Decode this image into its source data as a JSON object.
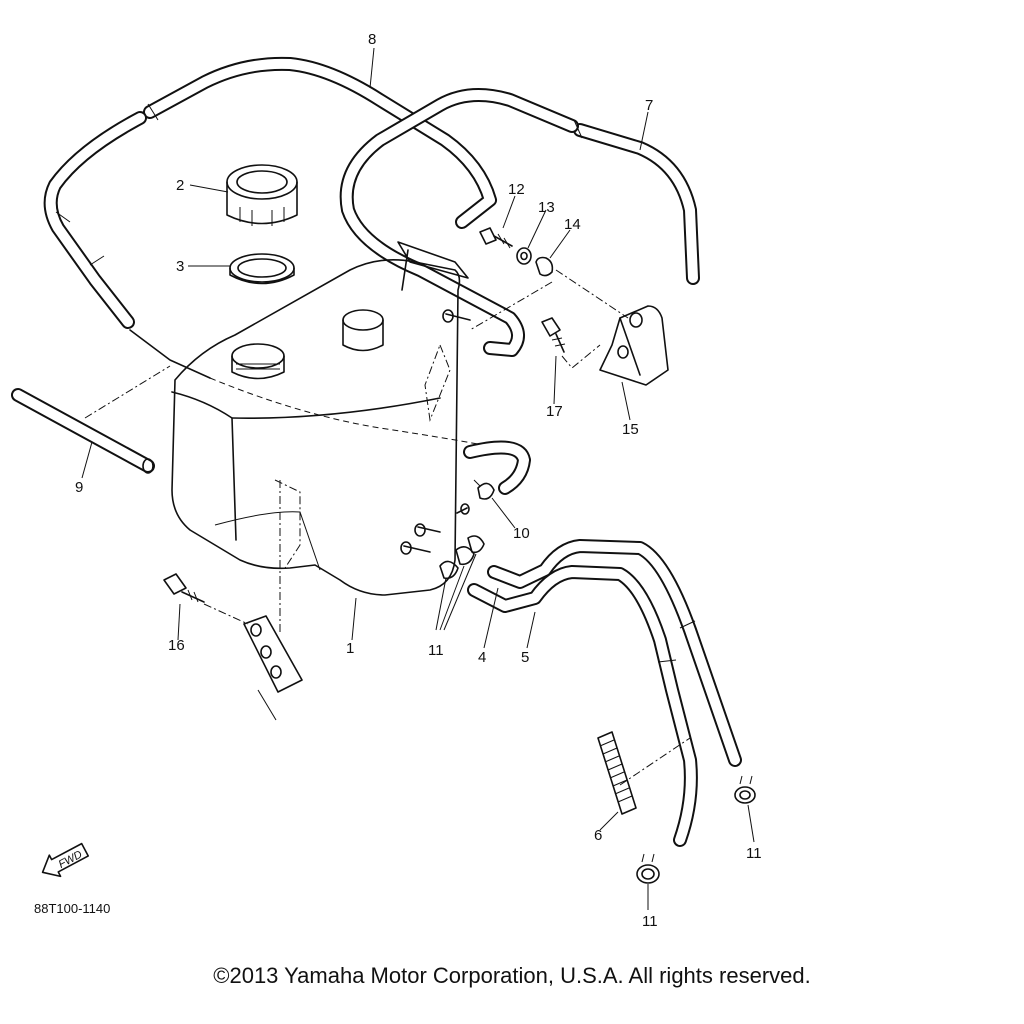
{
  "diagram": {
    "callouts": {
      "c1": "1",
      "c2": "2",
      "c3": "3",
      "c4": "4",
      "c5": "5",
      "c6": "6",
      "c7": "7",
      "c8": "8",
      "c9": "9",
      "c10": "10",
      "c11a": "11",
      "c11b": "11",
      "c11c": "11",
      "c12": "12",
      "c13": "13",
      "c14": "14",
      "c15": "15",
      "c16": "16",
      "c17": "17"
    },
    "fwd_label": "FWD",
    "figure_code": "88T100-1140"
  },
  "copyright": "©2013 Yamaha Motor Corporation, U.S.A. All rights reserved."
}
